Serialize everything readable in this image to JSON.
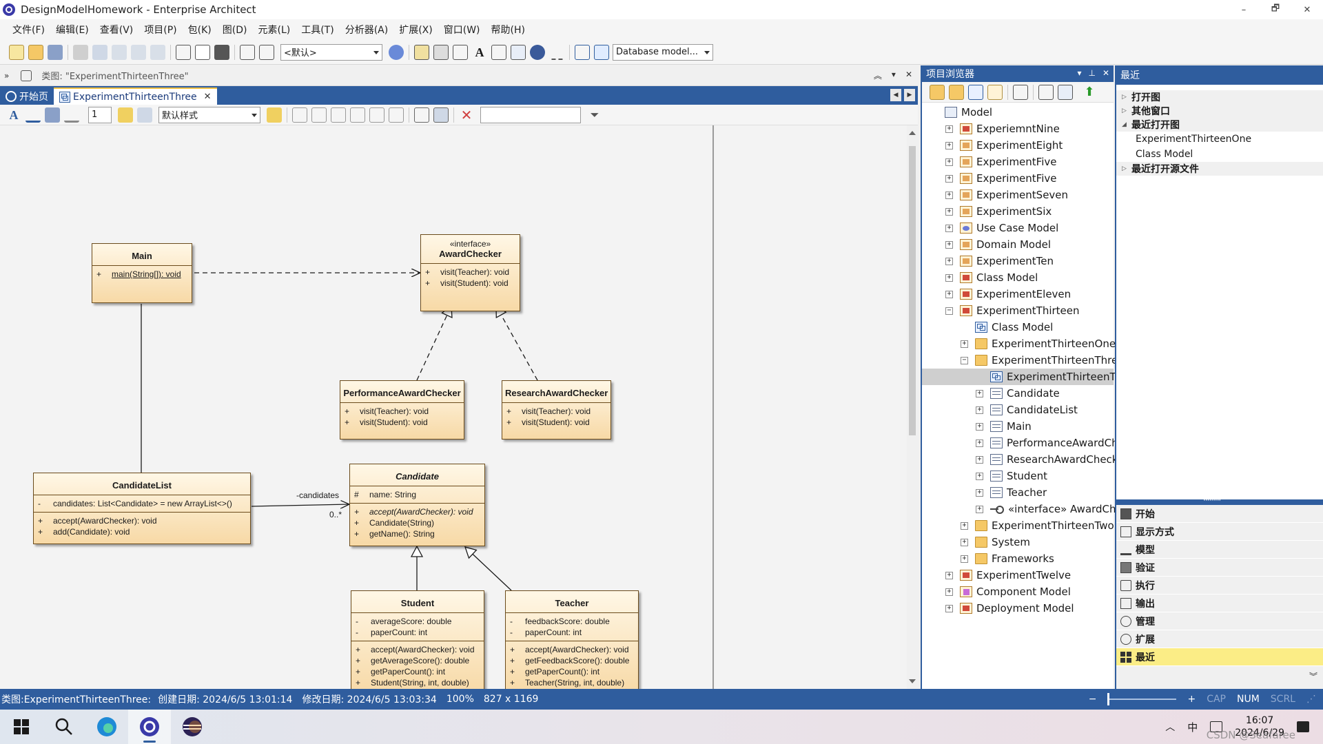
{
  "window": {
    "title": "DesignModelHomework - Enterprise Architect",
    "controls": [
      "–",
      "🗗",
      "✕"
    ]
  },
  "menu": [
    "文件(F)",
    "编辑(E)",
    "查看(V)",
    "项目(P)",
    "包(K)",
    "图(D)",
    "元素(L)",
    "工具(T)",
    "分析器(A)",
    "扩展(X)",
    "窗口(W)",
    "帮助(H)"
  ],
  "toolbar": {
    "style_combo": "<默认>",
    "perspective_combo": "Database model..."
  },
  "diagram": {
    "header_label": "类图: \"ExperimentThirteenThree\"",
    "tabs": [
      {
        "label": "开始页",
        "active": false
      },
      {
        "label": "ExperimentThirteenThree",
        "active": true,
        "close": "✕"
      }
    ],
    "line_width": "1",
    "style_combo": "默认样式",
    "search_placeholder": ""
  },
  "classes": {
    "main": {
      "name": "Main",
      "ops": [
        {
          "vis": "+",
          "text": "main(String[]): void"
        }
      ]
    },
    "award_checker": {
      "stereotype": "«interface»",
      "name": "AwardChecker",
      "ops": [
        {
          "vis": "+",
          "text": "visit(Teacher): void"
        },
        {
          "vis": "+",
          "text": "visit(Student): void"
        }
      ]
    },
    "performance": {
      "name": "PerformanceAwardChecker",
      "ops": [
        {
          "vis": "+",
          "text": "visit(Teacher): void"
        },
        {
          "vis": "+",
          "text": "visit(Student): void"
        }
      ]
    },
    "research": {
      "name": "ResearchAwardChecker",
      "ops": [
        {
          "vis": "+",
          "text": "visit(Teacher): void"
        },
        {
          "vis": "+",
          "text": "visit(Student): void"
        }
      ]
    },
    "candidate_list": {
      "name": "CandidateList",
      "attrs": [
        {
          "vis": "-",
          "text": "candidates: List<Candidate> = new ArrayList<>()"
        }
      ],
      "ops": [
        {
          "vis": "+",
          "text": "accept(AwardChecker): void"
        },
        {
          "vis": "+",
          "text": "add(Candidate): void"
        }
      ]
    },
    "candidate": {
      "name": "Candidate",
      "attrs": [
        {
          "vis": "#",
          "text": "name: String"
        }
      ],
      "ops": [
        {
          "vis": "+",
          "text": "accept(AwardChecker): void"
        },
        {
          "vis": "+",
          "text": "Candidate(String)"
        },
        {
          "vis": "+",
          "text": "getName(): String"
        }
      ]
    },
    "student": {
      "name": "Student",
      "attrs": [
        {
          "vis": "-",
          "text": "averageScore: double"
        },
        {
          "vis": "-",
          "text": "paperCount: int"
        }
      ],
      "ops": [
        {
          "vis": "+",
          "text": "accept(AwardChecker): void"
        },
        {
          "vis": "+",
          "text": "getAverageScore(): double"
        },
        {
          "vis": "+",
          "text": "getPaperCount(): int"
        },
        {
          "vis": "+",
          "text": "Student(String, int, double)"
        }
      ]
    },
    "teacher": {
      "name": "Teacher",
      "attrs": [
        {
          "vis": "-",
          "text": "feedbackScore: double"
        },
        {
          "vis": "-",
          "text": "paperCount: int"
        }
      ],
      "ops": [
        {
          "vis": "+",
          "text": "accept(AwardChecker): void"
        },
        {
          "vis": "+",
          "text": "getFeedbackScore(): double"
        },
        {
          "vis": "+",
          "text": "getPaperCount(): int"
        },
        {
          "vis": "+",
          "text": "Teacher(String, int, double)"
        }
      ]
    }
  },
  "connector_labels": {
    "role": "-candidates",
    "multiplicity": "0..*"
  },
  "project_browser": {
    "title": "项目浏览器",
    "tree": [
      {
        "label": "Model",
        "level": 0,
        "exp": "",
        "icon": "model"
      },
      {
        "label": "ExperiemntNine",
        "level": 1,
        "exp": "+",
        "icon": "pkg-red"
      },
      {
        "label": "ExperimentEight",
        "level": 1,
        "exp": "+",
        "icon": "pkg"
      },
      {
        "label": "ExperimentFive",
        "level": 1,
        "exp": "+",
        "icon": "pkg"
      },
      {
        "label": "ExperimentFive",
        "level": 1,
        "exp": "+",
        "icon": "pkg"
      },
      {
        "label": "ExperimentSeven",
        "level": 1,
        "exp": "+",
        "icon": "pkg"
      },
      {
        "label": "ExperimentSix",
        "level": 1,
        "exp": "+",
        "icon": "pkg"
      },
      {
        "label": "Use Case Model",
        "level": 1,
        "exp": "+",
        "icon": "usecase"
      },
      {
        "label": "Domain Model",
        "level": 1,
        "exp": "+",
        "icon": "pkg"
      },
      {
        "label": "ExperimentTen",
        "level": 1,
        "exp": "+",
        "icon": "pkg"
      },
      {
        "label": "Class Model",
        "level": 1,
        "exp": "+",
        "icon": "pkg-red"
      },
      {
        "label": "ExperimentEleven",
        "level": 1,
        "exp": "+",
        "icon": "pkg-red"
      },
      {
        "label": "ExperimentThirteen",
        "level": 1,
        "exp": "−",
        "icon": "pkg-red"
      },
      {
        "label": "Class Model",
        "level": 2,
        "exp": "",
        "icon": "diagram"
      },
      {
        "label": "ExperimentThirteenOne",
        "level": 2,
        "exp": "+",
        "icon": "folder"
      },
      {
        "label": "ExperimentThirteenThree",
        "level": 2,
        "exp": "−",
        "icon": "folder"
      },
      {
        "label": "ExperimentThirteenThree",
        "level": 3,
        "exp": "",
        "icon": "diagram",
        "selected": true
      },
      {
        "label": "Candidate",
        "level": 3,
        "exp": "+",
        "icon": "class"
      },
      {
        "label": "CandidateList",
        "level": 3,
        "exp": "+",
        "icon": "class"
      },
      {
        "label": "Main",
        "level": 3,
        "exp": "+",
        "icon": "class"
      },
      {
        "label": "PerformanceAwardChecker",
        "level": 3,
        "exp": "+",
        "icon": "class"
      },
      {
        "label": "ResearchAwardChecker",
        "level": 3,
        "exp": "+",
        "icon": "class"
      },
      {
        "label": "Student",
        "level": 3,
        "exp": "+",
        "icon": "class"
      },
      {
        "label": "Teacher",
        "level": 3,
        "exp": "+",
        "icon": "class"
      },
      {
        "label": "«interface» AwardChecker",
        "level": 3,
        "exp": "+",
        "icon": "iface"
      },
      {
        "label": "ExperimentThirteenTwo",
        "level": 2,
        "exp": "+",
        "icon": "folder"
      },
      {
        "label": "System",
        "level": 2,
        "exp": "+",
        "icon": "folder"
      },
      {
        "label": "Frameworks",
        "level": 2,
        "exp": "+",
        "icon": "folder"
      },
      {
        "label": "ExperimentTwelve",
        "level": 1,
        "exp": "+",
        "icon": "pkg-red"
      },
      {
        "label": "Component Model",
        "level": 1,
        "exp": "+",
        "icon": "comp"
      },
      {
        "label": "Deployment Model",
        "level": 1,
        "exp": "+",
        "icon": "pkg-red"
      }
    ]
  },
  "recent": {
    "title": "最近",
    "rows": [
      {
        "kind": "section",
        "tri": "▷",
        "label": "打开图"
      },
      {
        "kind": "section",
        "tri": "▷",
        "label": "其他窗口"
      },
      {
        "kind": "section",
        "tri": "◢",
        "label": "最近打开图"
      },
      {
        "kind": "item",
        "label": "ExperimentThirteenOne"
      },
      {
        "kind": "item",
        "label": "Class Model"
      },
      {
        "kind": "section",
        "tri": "▷",
        "label": "最近打开源文件"
      }
    ],
    "workspaces": [
      {
        "label": "开始"
      },
      {
        "label": "显示方式"
      },
      {
        "label": "模型"
      },
      {
        "label": "验证"
      },
      {
        "label": "执行"
      },
      {
        "label": "输出"
      },
      {
        "label": "管理"
      },
      {
        "label": "扩展"
      },
      {
        "label": "最近",
        "active": true
      }
    ]
  },
  "statusbar": {
    "diagram": "类图:ExperimentThirteenThree:",
    "created": "创建日期: 2024/6/5 13:01:14",
    "modified": "修改日期: 2024/6/5 13:03:34",
    "zoom": "100%",
    "size": "827 x 1169",
    "cap": "CAP",
    "num": "NUM",
    "scrl": "SCRL"
  },
  "taskbar": {
    "time": "16:07",
    "date": "2024/6/29",
    "ime": "中",
    "watermark": "CSDN @Seafaree"
  },
  "colors": {
    "accent": "#2f5d9e",
    "class_fill_top": "#fff7e6",
    "class_fill_bottom": "#f7d9a6",
    "active_workspace": "#fbed86"
  }
}
